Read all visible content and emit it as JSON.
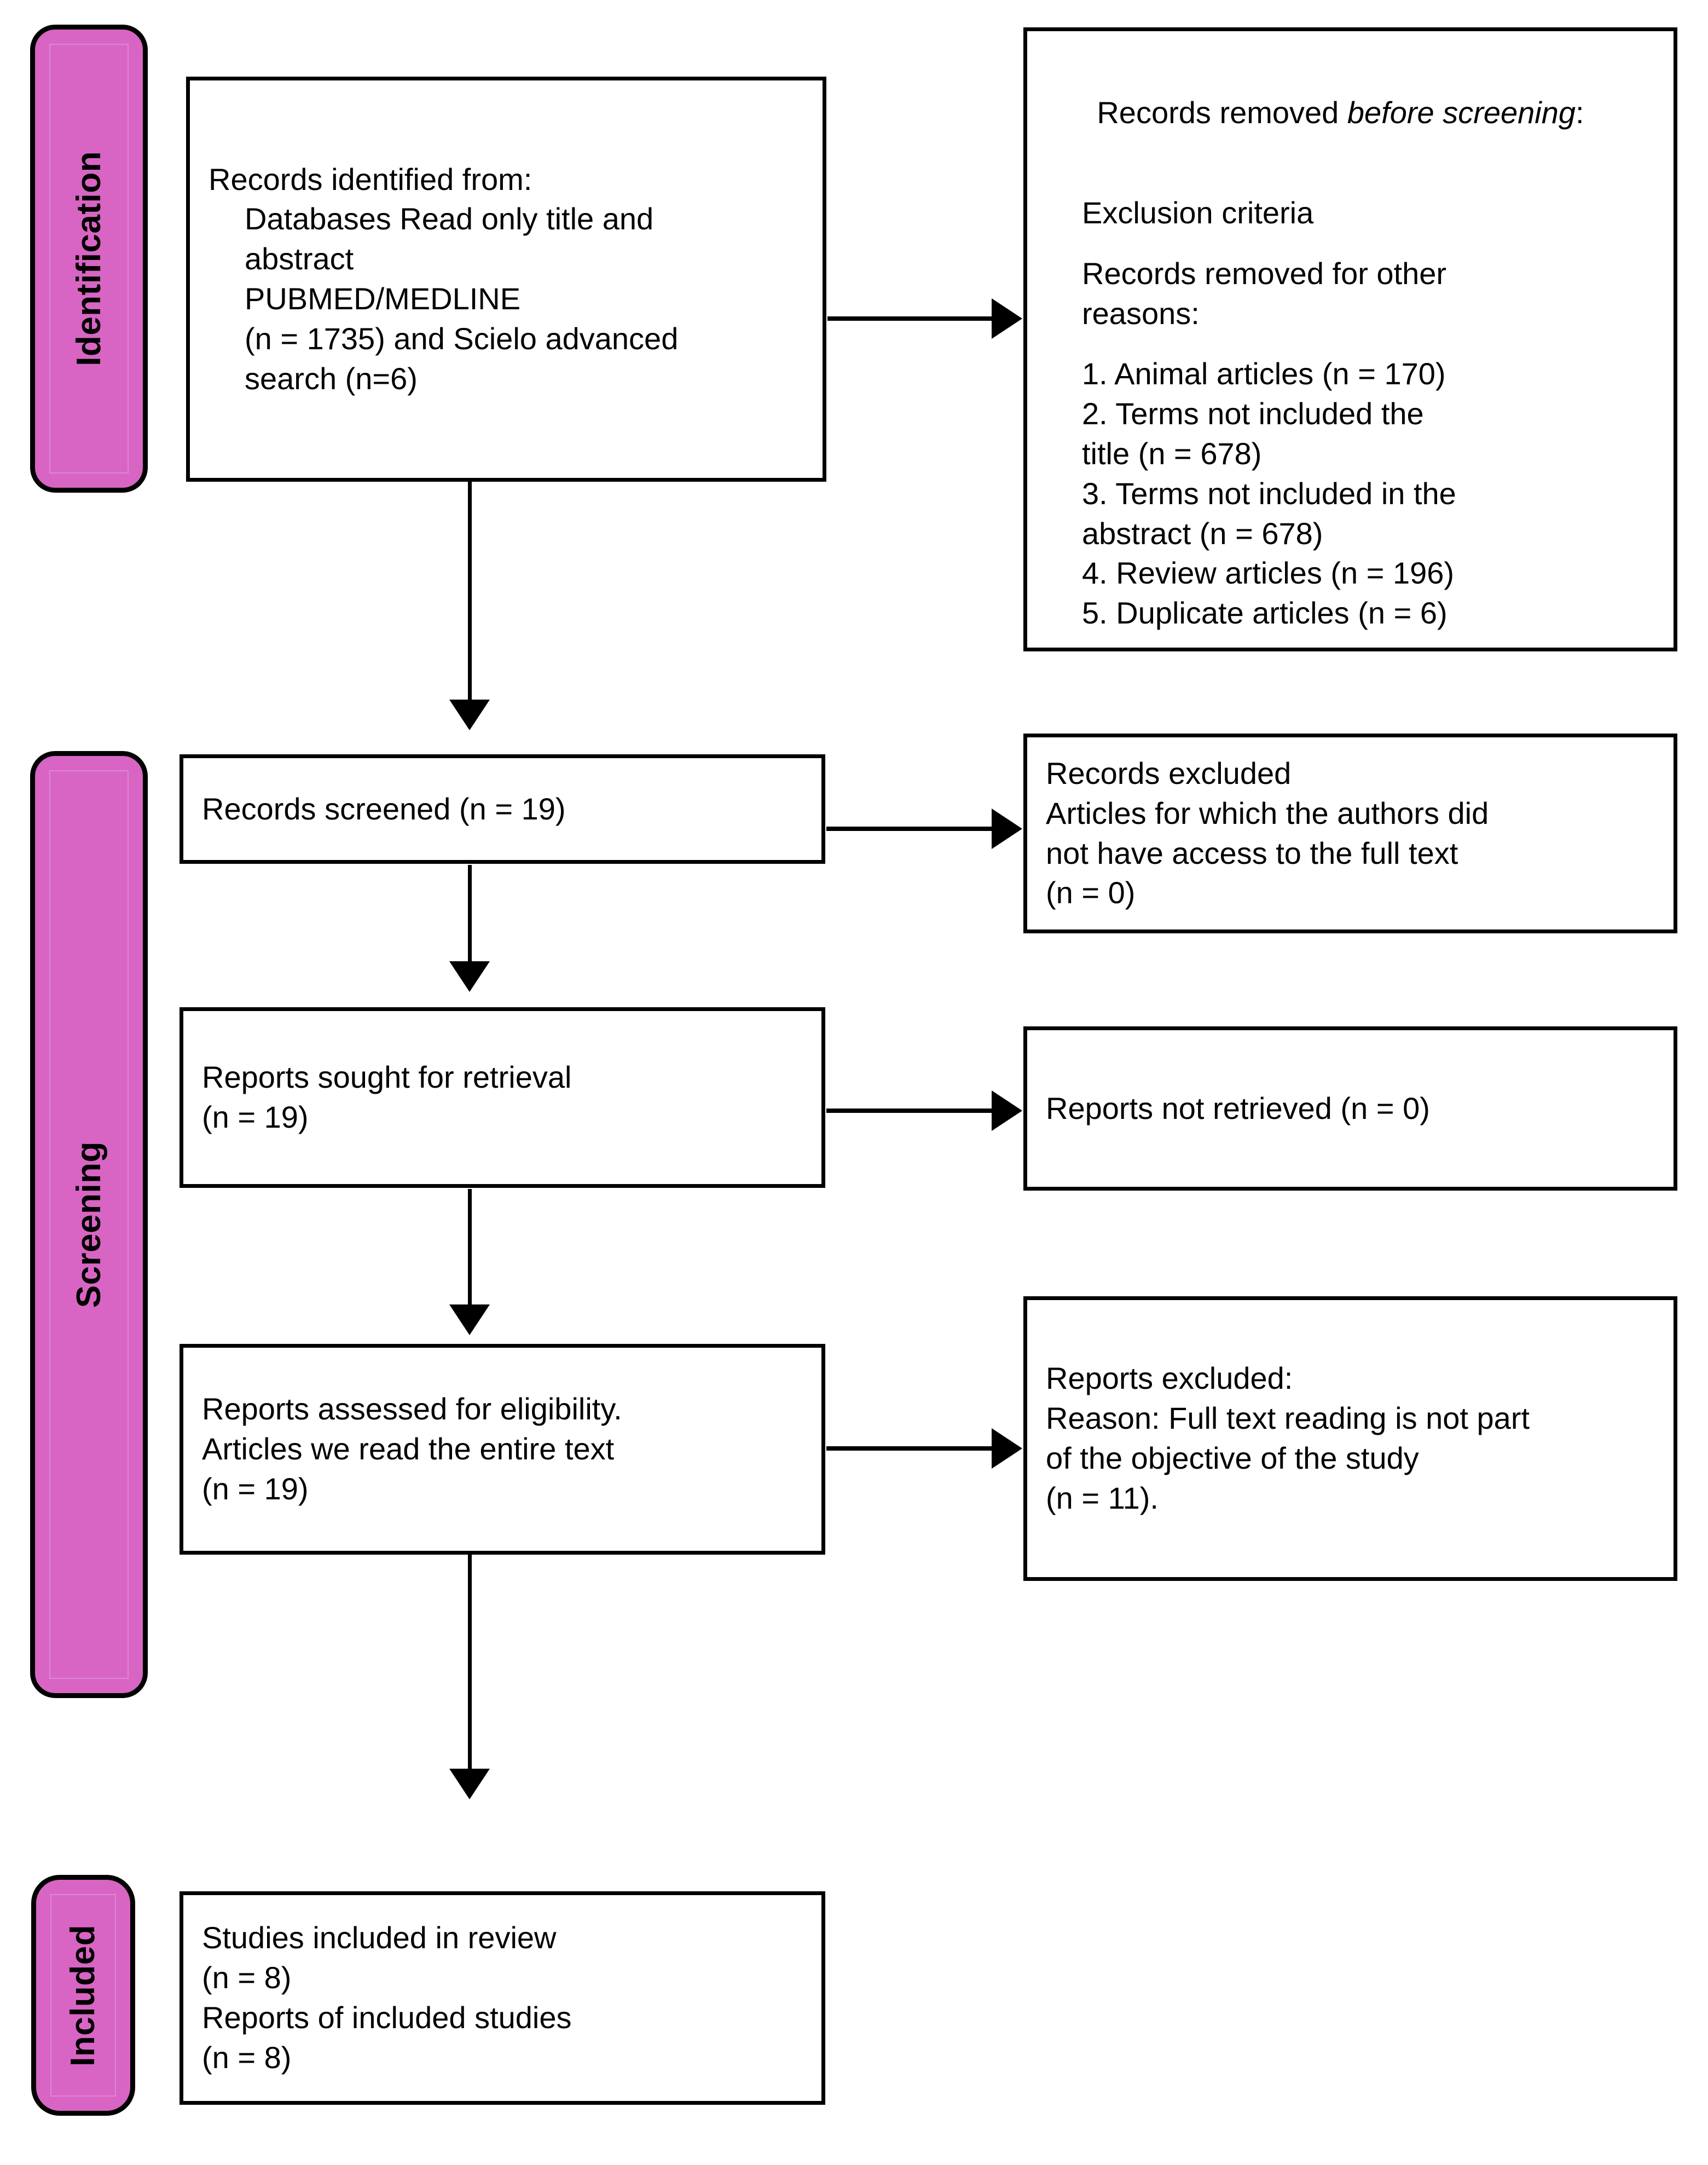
{
  "diagram": {
    "title": "PRISMA 2020 flow diagram",
    "accent_color": "#d865c4",
    "border_color": "#000000",
    "background_color": "#ffffff"
  },
  "stages": [
    {
      "id": "identification",
      "label": "Identification"
    },
    {
      "id": "screening",
      "label": "Screening"
    },
    {
      "id": "included",
      "label": "Included"
    }
  ],
  "boxes": {
    "records_identified": {
      "line1": "Records identified from:",
      "line2": "Databases Read only title and",
      "line3": "abstract",
      "line4": "PUBMED/MEDLINE",
      "line5": "(n = 1735) and Scielo advanced",
      "line6": "search (n=6)"
    },
    "records_removed": {
      "heading_prefix": "Records removed ",
      "heading_italic": "before screening",
      "heading_suffix": ":",
      "criteria_label": "Exclusion criteria",
      "other_reasons_line1": "Records removed for other",
      "other_reasons_line2": "reasons:",
      "reasons": [
        "1. Animal articles (n = 170)",
        "2. Terms not included the",
        "title (n = 678)",
        "3. Terms not included in the",
        "abstract (n = 678)",
        "4. Review articles (n = 196)",
        "5. Duplicate articles (n = 6)"
      ]
    },
    "records_screened": {
      "line1": "Records screened (n = 19)"
    },
    "records_excluded": {
      "line1": "Records excluded",
      "line2": "Articles for which the authors did",
      "line3": "not have access to the full text",
      "line4": "(n = 0)"
    },
    "reports_sought": {
      "line1": "Reports sought for retrieval",
      "line2": "(n = 19)"
    },
    "reports_not_retrieved": {
      "line1": "Reports not retrieved (n = 0)"
    },
    "reports_assessed": {
      "line1": "Reports assessed for eligibility.",
      "line2": "Articles we read the entire text",
      "line3": "(n = 19)"
    },
    "reports_excluded": {
      "line1": "Reports excluded:",
      "line2": "Reason: Full text reading is not part",
      "line3": "of the objective of the study",
      "line4": "(n = 11)."
    },
    "studies_included": {
      "line1": "Studies included in review",
      "line2": "(n = 8)",
      "line3": "Reports of included studies",
      "line4": "(n = 8)"
    }
  }
}
